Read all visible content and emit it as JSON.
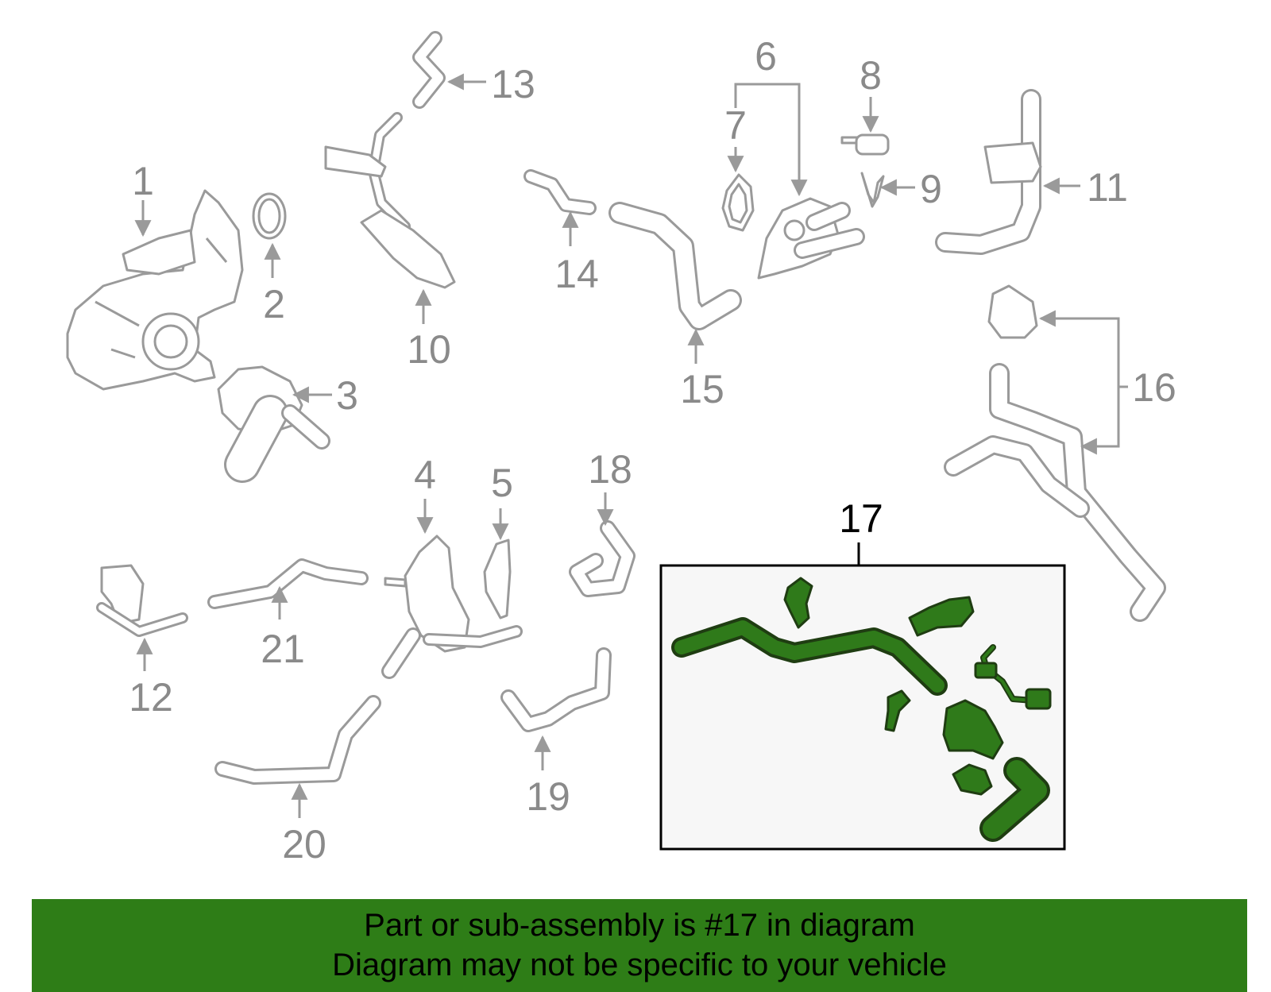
{
  "callouts": {
    "c1": "1",
    "c2": "2",
    "c3": "3",
    "c4": "4",
    "c5": "5",
    "c6": "6",
    "c7": "7",
    "c8": "8",
    "c9": "9",
    "c10": "10",
    "c11": "11",
    "c12": "12",
    "c13": "13",
    "c14": "14",
    "c15": "15",
    "c16": "16",
    "c17": "17",
    "c18": "18",
    "c19": "19",
    "c20": "20",
    "c21": "21"
  },
  "banner": {
    "line1": "Part or sub-assembly is #17 in diagram",
    "line2": "Diagram may not be specific to your vehicle"
  },
  "colors": {
    "banner_bg": "#2e7d17",
    "highlight_part": "#2f7a1a",
    "inset_bg": "#f7f7f7",
    "line_gray": "#9a9a9a"
  },
  "icons": {
    "arrow": "leader-arrow"
  }
}
